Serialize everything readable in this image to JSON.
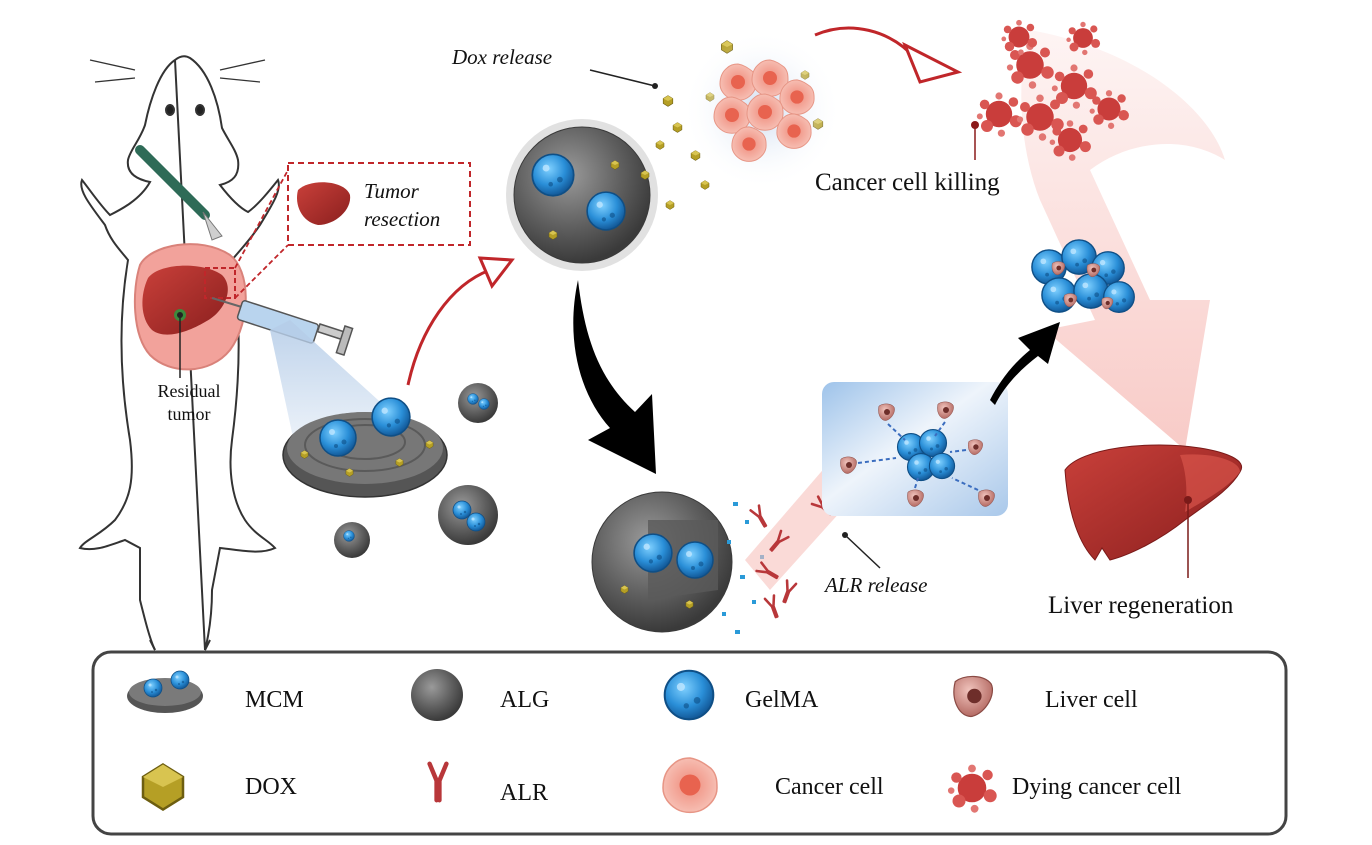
{
  "labels": {
    "tumor_resection_1": "Tumor",
    "tumor_resection_2": "resection",
    "residual_tumor_1": "Residual",
    "residual_tumor_2": "tumor",
    "dox_release": "Dox release",
    "cancer_cell_killing": "Cancer cell killing",
    "alr_release": "ALR release",
    "liver_regeneration": "Liver regeneration"
  },
  "legend": {
    "items": [
      {
        "icon": "mcm-icon",
        "label": "MCM"
      },
      {
        "icon": "alg-icon",
        "label": "ALG"
      },
      {
        "icon": "gelma-icon",
        "label": "GelMA"
      },
      {
        "icon": "liver-cell-icon",
        "label": "Liver cell"
      },
      {
        "icon": "dox-icon",
        "label": "DOX"
      },
      {
        "icon": "alr-icon",
        "label": "ALR"
      },
      {
        "icon": "cancer-cell-icon",
        "label": "Cancer cell"
      },
      {
        "icon": "dying-cancer-cell-icon",
        "label": "Dying cancer cell"
      }
    ]
  },
  "colors": {
    "liver": "#a8322e",
    "tumor_pink": "#f2a7a0",
    "gelma_blue": "#2f8fd6",
    "alg_gray": "#6d6d6d",
    "dox_gold": "#b9a32a",
    "arrow_red": "#c0262a",
    "alr_red": "#b8373a"
  }
}
